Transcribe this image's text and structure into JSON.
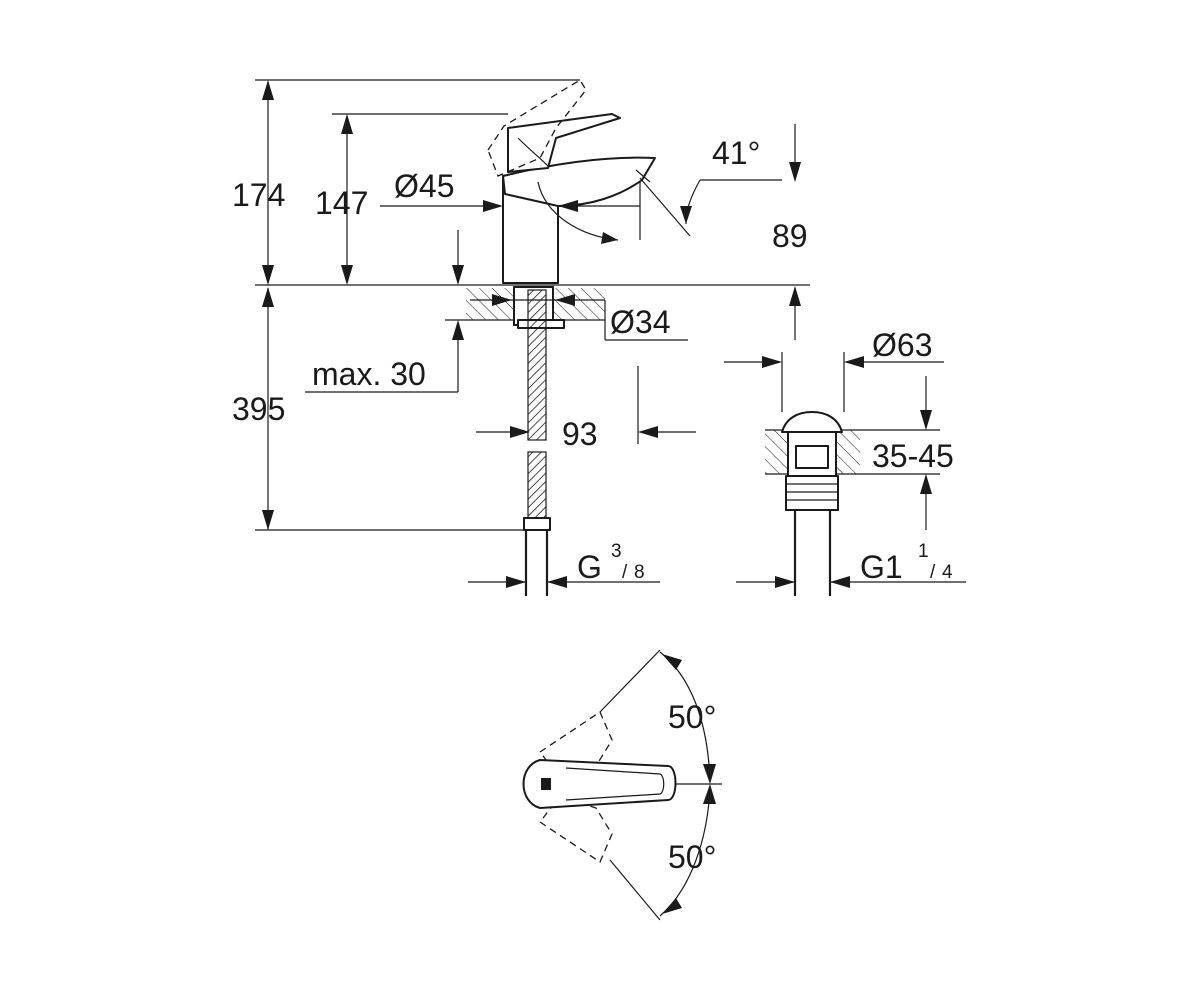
{
  "dimensions": {
    "height_total": "174",
    "height_spout": "147",
    "body_diameter": "Ø45",
    "spout_angle": "41°",
    "spout_height": "89",
    "hole_diameter": "Ø34",
    "max_deck": "max. 30",
    "hose_length": "395",
    "reach": "93",
    "thread_base": "G",
    "thread_num": "3",
    "thread_den": "8",
    "waste_diameter": "Ø63",
    "waste_thickness": "35-45",
    "waste_thread_base": "G1",
    "waste_thread_num": "1",
    "waste_thread_den": "4",
    "swivel_top": "50°",
    "swivel_bottom": "50°"
  }
}
